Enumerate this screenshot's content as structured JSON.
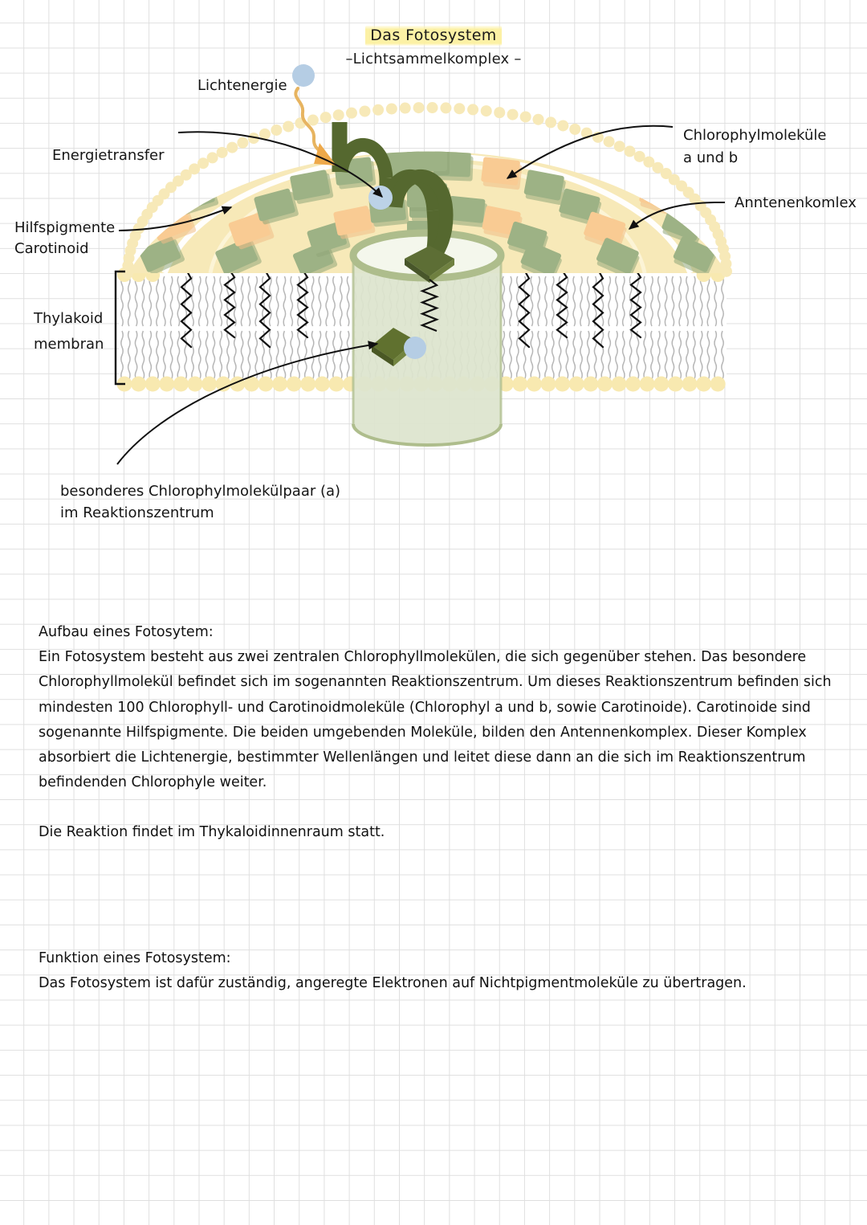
{
  "title": {
    "main": "Das Fotosystem",
    "subtitle": "–Lichtsammelkomplex –",
    "highlight_color": "#fcf0a0"
  },
  "diagram": {
    "name": "photosystem-light-harvesting-complex",
    "labels": {
      "lichtenergie": "Lichtenergie",
      "energietransfer": "Energietransfer",
      "hilfspigmente_line1": "Hilfspigmente",
      "hilfspigmente_line2": "Carotinoid",
      "thylakoid_line1": "Thylakoid",
      "thylakoid_line2": "membran",
      "chlorophyl_line1": "Chlorophylmoleküle",
      "chlorophyl_line2": "a und b",
      "antennenkomplex": "Anntenenkomlex",
      "reaktionszentrum_line1": "besonderes Chlorophylmolekülpaar (a)",
      "reaktionszentrum_line2": "im Reaktionszentrum"
    },
    "colors": {
      "antenna_fill": "#f7e9b8",
      "pigment_green": "#9db285",
      "pigment_orange": "#f9cb93",
      "arrow_green": "#55682f",
      "photon_blue": "#b5cde4",
      "membrane_head": "#f8e9b0",
      "cylinder_fill": "#dde4cd",
      "cylinder_rim": "#aebd8c",
      "photon_arrow": "#e7a94a"
    }
  },
  "body": {
    "section1_heading": "Aufbau eines Fotosytem:",
    "section1_paragraph": "Ein Fotosystem besteht aus zwei zentralen Chlorophyllmolekülen, die sich gegenüber stehen. Das besondere Chlorophyllmolekül befindet sich im sogenannten Reaktionszentrum. Um dieses Reaktionszentrum befinden sich mindesten 100 Chlorophyll- und Carotinoidmoleküle (Chlorophyl a und b, sowie Carotinoide).  Carotinoide sind sogenannte Hilfspigmente. Die beiden umgebenden Moleküle, bilden den Antennenkomplex. Dieser Komplex absorbiert die Lichtenergie, bestimmter Wellenlängen und leitet diese dann an die sich im Reaktionszentrum befindenden Chlorophyle weiter.",
    "section2_paragraph": "Die Reaktion findet im Thykaloidinnenraum statt.",
    "section3_heading": "Funktion eines Fotosystem:",
    "section3_paragraph": "Das Fotosystem ist dafür zuständig, angeregte Elektronen auf Nichtpigmentmoleküle zu übertragen."
  }
}
